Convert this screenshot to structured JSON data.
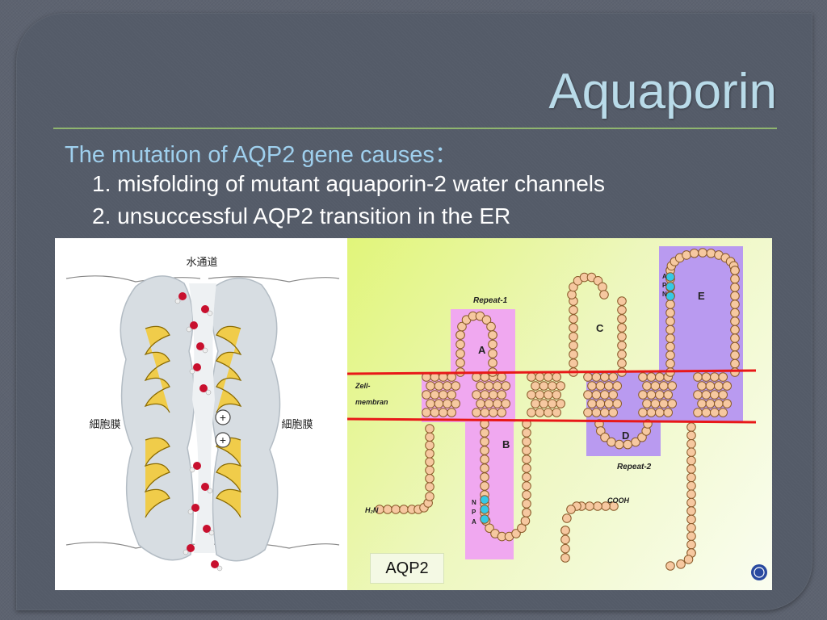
{
  "slide": {
    "title": "Aquaporin",
    "lead": "The mutation of AQP2 gene causes：",
    "items": [
      "1. misfolding of mutant aquaporin-2 water channels",
      "2. unsuccessful AQP2 transition in the ER"
    ]
  },
  "figure": {
    "left": {
      "channel_label": "水通道",
      "membrane_left": "細胞膜",
      "membrane_right": "細胞膜",
      "plus": "+"
    },
    "right": {
      "repeat1": "Repeat-1",
      "repeat2": "Repeat-2",
      "membrane_label_1": "Zell-",
      "membrane_label_2": "membran",
      "loop_a": "A",
      "loop_b": "B",
      "loop_c": "C",
      "loop_d": "D",
      "loop_e": "E",
      "h2n": "H₂N",
      "cooh": "COOH",
      "npa_n": "N",
      "npa_p": "P",
      "npa_a": "A",
      "caption": "AQP2"
    }
  },
  "colors": {
    "title": "#b9dbe9",
    "lead": "#9fd0ee",
    "rule": "#8fb56f",
    "residue": "#f6c8a0",
    "highlight_pink": "#f0a8f0",
    "highlight_purple": "#b99af0",
    "membrane_line": "#e81818",
    "npa": "#35c8e6"
  }
}
